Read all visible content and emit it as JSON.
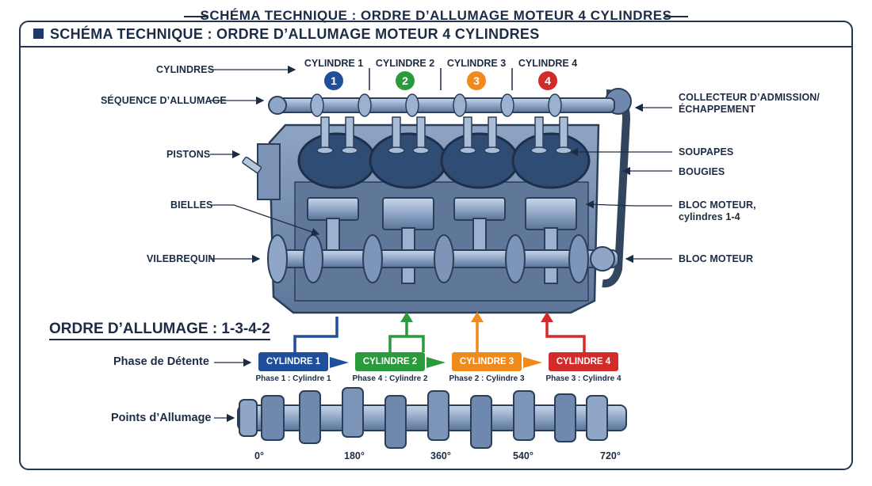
{
  "header": {
    "top_title": "SCHÉMA TECHNIQUE : ORDRE D’ALLUMAGE MOTEUR 4 CYLINDRES",
    "frame_title": "SCHÉMA TECHNIQUE : ORDRE D’ALLUMAGE MOTEUR 4 CYLINDRES"
  },
  "labels_left": {
    "cylindres": "CYLINDRES",
    "sequence": "SÉQUENCE D’ALLUMAGE",
    "pistons": "PISTONS",
    "bielles": "BIELLES",
    "vilebrequin": "VILEBREQUIN"
  },
  "labels_right": {
    "collecteur_1": "COLLECTEUR   D’ADMISSION/",
    "collecteur_2": "ÉCHAPPEMENT",
    "soupapes": "SOUPAPES",
    "bougies": "BOUGIES",
    "bloc_1": "BLOC MOTEUR,",
    "bloc_2": "cylindres 1-4",
    "bloc_moteur": "BLOC MOTEUR"
  },
  "cylinders": [
    {
      "label": "CYLINDRE 1",
      "num": "1",
      "color": "#1f4e9a"
    },
    {
      "label": "CYLINDRE 2",
      "num": "2",
      "color": "#2a9a3c"
    },
    {
      "label": "CYLINDRE 3",
      "num": "3",
      "color": "#f08a1c"
    },
    {
      "label": "CYLINDRE 4",
      "num": "4",
      "color": "#d32a2a"
    }
  ],
  "firing": {
    "title": "ORDRE D’ALLUMAGE : 1-3-4-2",
    "phase_row_label": "Phase de Détente",
    "points_row_label": "Points d’Allumage",
    "boxes": [
      {
        "label": "CYLINDRE 1",
        "phase": "Phase 1 : Cylindre 1",
        "color": "#1f4e9a"
      },
      {
        "label": "CYLINDRE 2",
        "phase": "Phase 4 : Cylindre 2",
        "color": "#2a9a3c"
      },
      {
        "label": "CYLINDRE 3",
        "phase": "Phase 2 : Cylindre 3",
        "color": "#f08a1c"
      },
      {
        "label": "CYLINDRE 4",
        "phase": "Phase 3 : Cylindre 4",
        "color": "#d32a2a"
      }
    ],
    "degrees": [
      "0°",
      "180°",
      "360°",
      "540°",
      "720°"
    ]
  },
  "colors": {
    "metal_light": "#a9bdd6",
    "metal_mid": "#6f88ad",
    "metal_dark": "#3a5274",
    "ink": "#1c2c44"
  }
}
